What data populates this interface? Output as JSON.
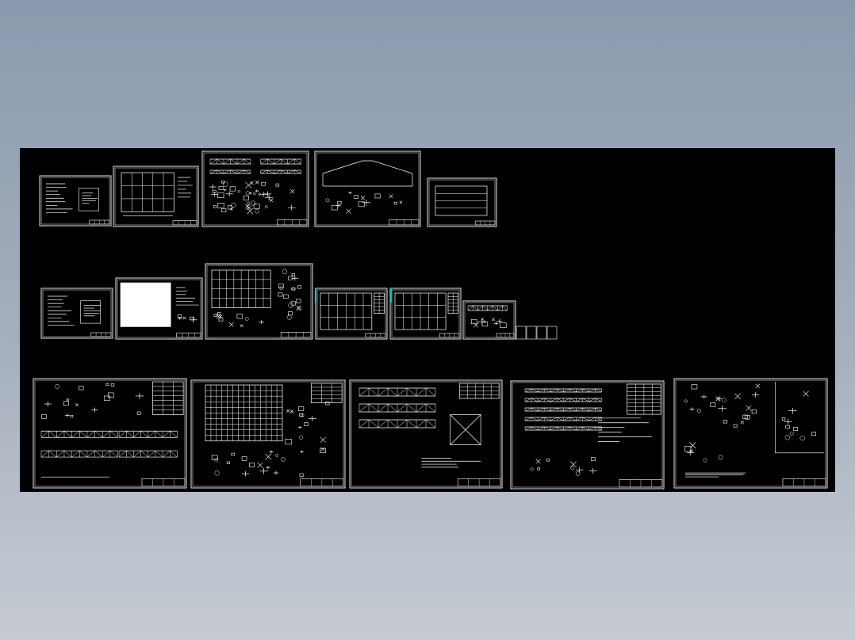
{
  "viewport": {
    "background_top": "#8a9aae",
    "background_bottom": "#c6cbd3",
    "model_space_color": "#000000",
    "line_color": "#ffffff",
    "accent_color": "#00c8c8"
  },
  "sheets": [
    {
      "id": "row1-sheet1",
      "kind": "text-notes"
    },
    {
      "id": "row1-sheet2",
      "kind": "floor-plan"
    },
    {
      "id": "row1-sheet3",
      "kind": "details-grid"
    },
    {
      "id": "row1-sheet4",
      "kind": "elevation"
    },
    {
      "id": "row1-sheet5",
      "kind": "roof-plan"
    },
    {
      "id": "row2-sheet1",
      "kind": "text-notes"
    },
    {
      "id": "row2-sheet2",
      "kind": "plan-blank"
    },
    {
      "id": "row2-sheet3",
      "kind": "framing-plan"
    },
    {
      "id": "row2-sheet4",
      "kind": "framing-plan-small"
    },
    {
      "id": "row2-sheet5",
      "kind": "framing-plan-small"
    },
    {
      "id": "row2-sheet6",
      "kind": "section"
    },
    {
      "id": "row3-sheet1",
      "kind": "truss-details"
    },
    {
      "id": "row3-sheet2",
      "kind": "grid-plan"
    },
    {
      "id": "row3-sheet3",
      "kind": "bracing"
    },
    {
      "id": "row3-sheet4",
      "kind": "purlin-layout"
    },
    {
      "id": "row3-sheet5",
      "kind": "connection-details"
    }
  ]
}
